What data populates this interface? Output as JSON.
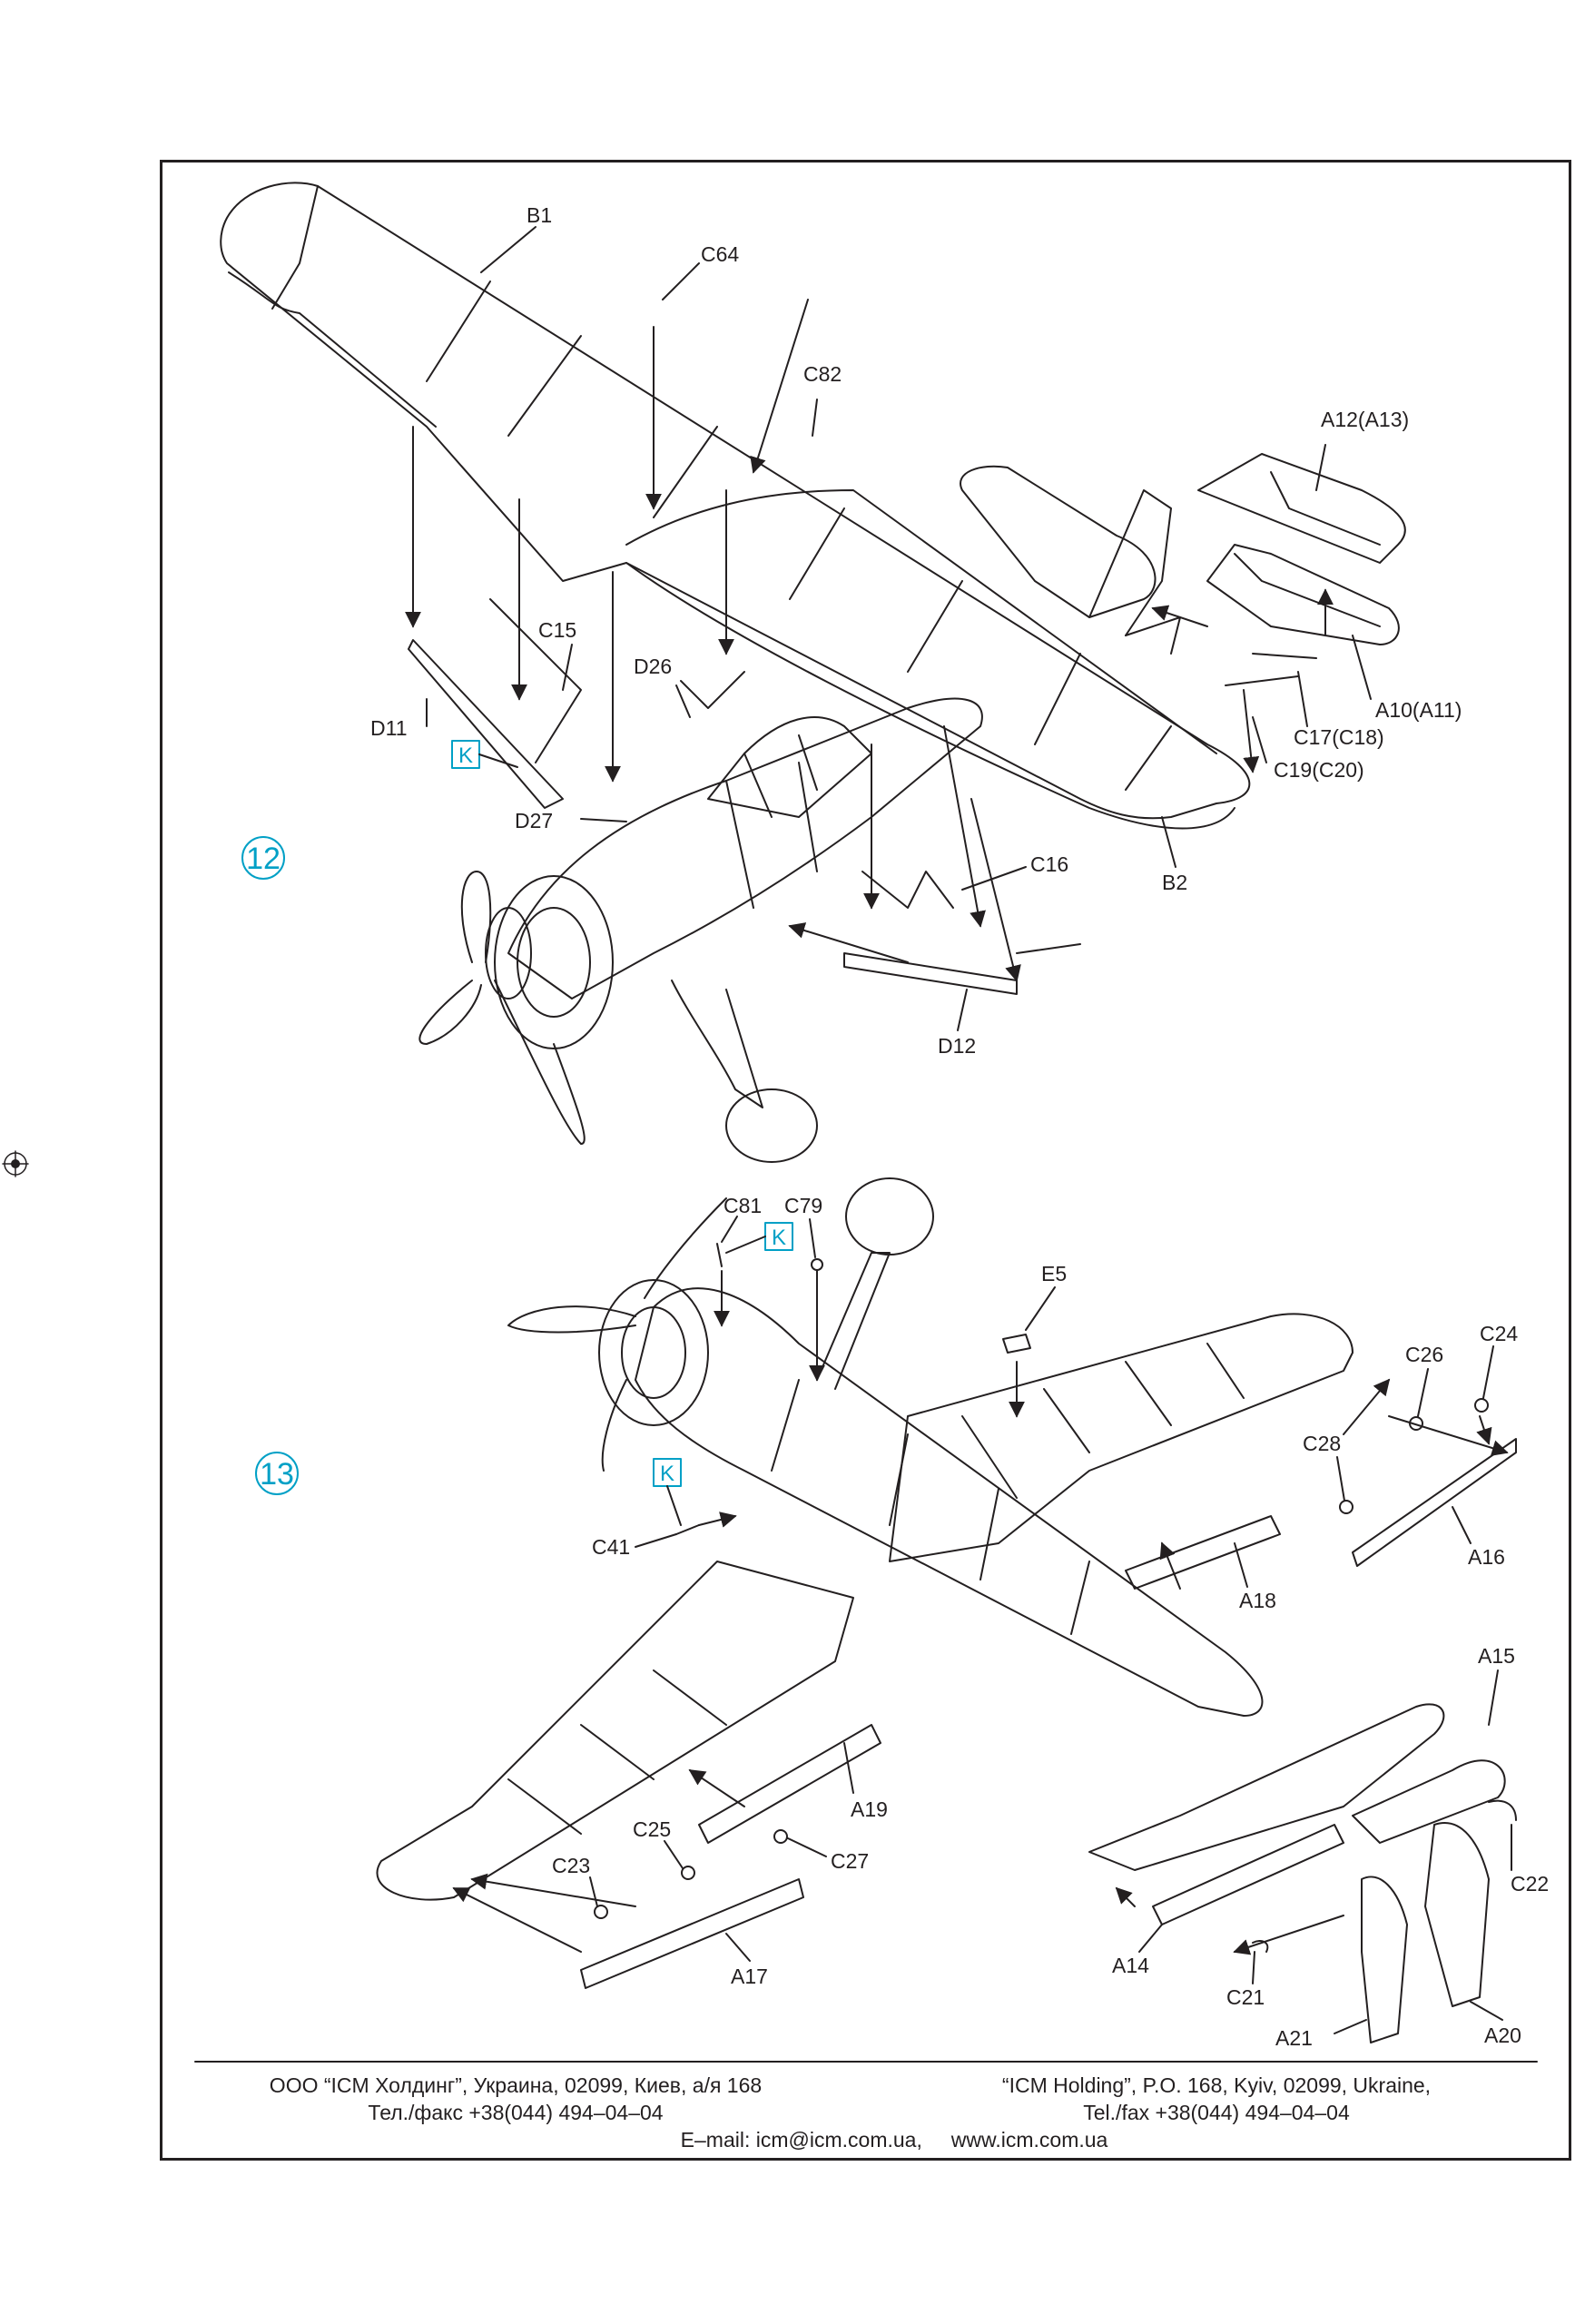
{
  "step_12": {
    "number": "12",
    "badge": "K",
    "labels": {
      "B1": "B1",
      "C64": "C64",
      "C82": "C82",
      "A12": "A12(A13)",
      "A10": "A10(A11)",
      "C15": "C15",
      "D26": "D26",
      "D11": "D11",
      "D27": "D27",
      "C17": "C17(C18)",
      "C19": "C19(C20)",
      "C16": "C16",
      "B2": "B2",
      "D12": "D12"
    }
  },
  "step_13": {
    "number": "13",
    "badge_1": "K",
    "badge_2": "K",
    "labels": {
      "C81": "C81",
      "C79": "C79",
      "E5": "E5",
      "C24": "C24",
      "C26": "C26",
      "C28": "C28",
      "A16": "A16",
      "C41": "C41",
      "A18": "A18",
      "A15": "A15",
      "A19": "A19",
      "C25": "C25",
      "C27": "C27",
      "C23": "C23",
      "C22": "C22",
      "A17": "A17",
      "A14": "A14",
      "C21": "C21",
      "A21": "A21",
      "A20": "A20"
    }
  },
  "footer": {
    "ru_line_1": "ООО “ICM Холдинг”, Украина, 02099, Киев, а/я 168",
    "ru_line_2": "Тел./факс +38(044) 494–04–04",
    "en_line_1": "“ICM Holding”, P.O. 168, Kyiv, 02099, Ukraine,",
    "en_line_2": "Tel./fax +38(044) 494–04–04",
    "contact": "E–mail: icm@icm.com.ua,     www.icm.com.ua"
  },
  "colors": {
    "ink": "#231f20",
    "accent": "#00a0c6"
  }
}
